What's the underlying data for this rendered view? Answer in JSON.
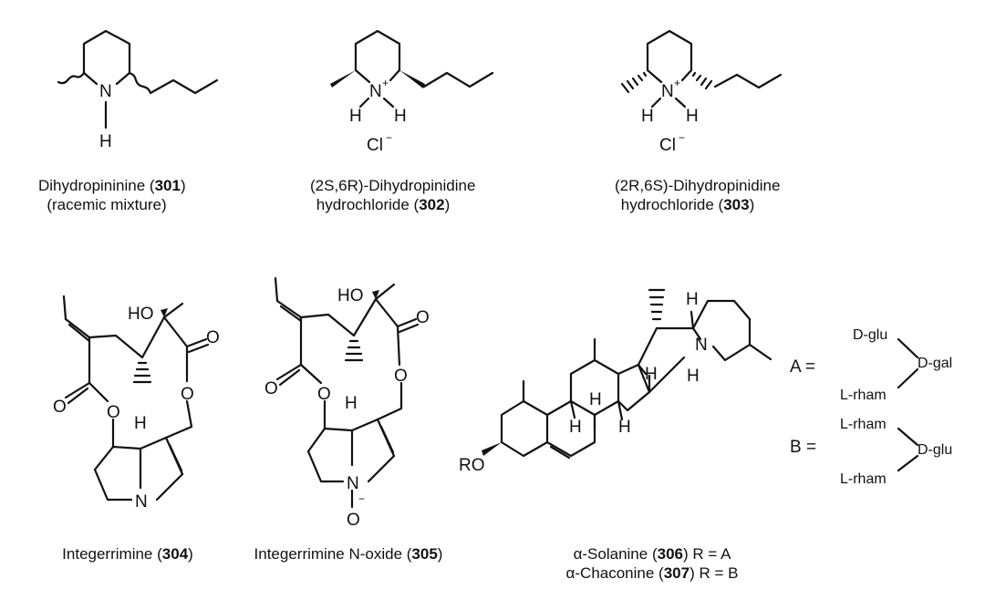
{
  "compounds": [
    {
      "id": "301",
      "name_pre": "Dihydropininine (",
      "num": "301",
      "name_post": ")",
      "line2": "(racemic mixture)"
    },
    {
      "id": "302",
      "name_pre": "(2S,6R)-Dihydropinidine",
      "num": "302",
      "line2_pre": "hydrochloride (",
      "line2_post": ")"
    },
    {
      "id": "303",
      "name_pre": "(2R,6S)-Dihydropinidine",
      "num": "303",
      "line2_pre": "hydrochloride (",
      "line2_post": ")"
    },
    {
      "id": "304",
      "name_pre": "Integerrimine (",
      "num": "304",
      "name_post": ")"
    },
    {
      "id": "305",
      "name_pre": "Integerrimine N-oxide (",
      "num": "305",
      "name_post": ")"
    },
    {
      "id": "306",
      "name_pre": "α-Solanine (",
      "num": "306",
      "name_post": ") R = A"
    },
    {
      "id": "307",
      "name_pre": "α-Chaconine (",
      "num": "307",
      "name_post": ") R = B"
    }
  ],
  "atoms": {
    "N": "N",
    "H": "H",
    "NH": "N",
    "plus": "+",
    "Cl": "Cl",
    "minus": "−",
    "O": "O",
    "HO": "HO",
    "RO": "RO"
  },
  "sugars": {
    "A_label": "A =",
    "B_label": "B =",
    "A_top": "D-glu",
    "A_mid": "D-gal",
    "A_bot": "L-rham",
    "B_top": "L-rham",
    "B_mid": "D-glu",
    "B_bot": "L-rham"
  }
}
